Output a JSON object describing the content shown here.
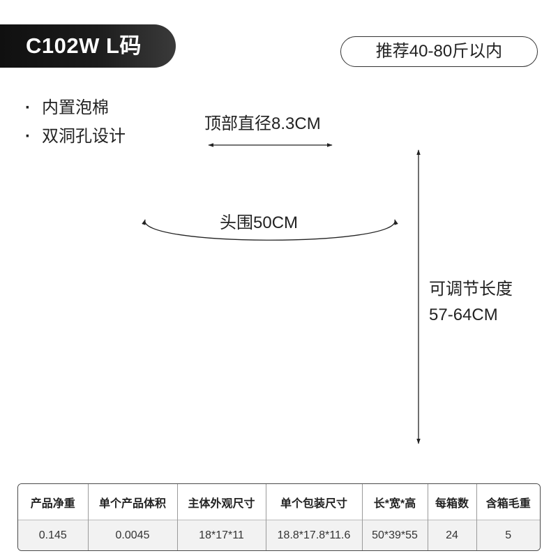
{
  "banner": {
    "title": "C102W L码"
  },
  "recommendation": {
    "text": "推荐40-80斤以内"
  },
  "features": [
    "内置泡棉",
    "双洞孔设计"
  ],
  "dimensions": {
    "top_diameter": "顶部直径8.3CM",
    "head_circumference": "头围50CM",
    "adjustable_length_label": "可调节长度",
    "adjustable_length_value": "57-64CM"
  },
  "spec_table": {
    "headers": [
      "产品净重",
      "单个产品体积",
      "主体外观尺寸",
      "单个包装尺寸",
      "长*宽*高",
      "每箱数",
      "含箱毛重"
    ],
    "values": [
      "0.145",
      "0.0045",
      "18*17*11",
      "18.8*17.8*11.6",
      "50*39*55",
      "24",
      "5"
    ]
  },
  "colors": {
    "banner": "#1c1c1c",
    "text": "#222222",
    "data_row_bg": "#f2f2f2"
  }
}
